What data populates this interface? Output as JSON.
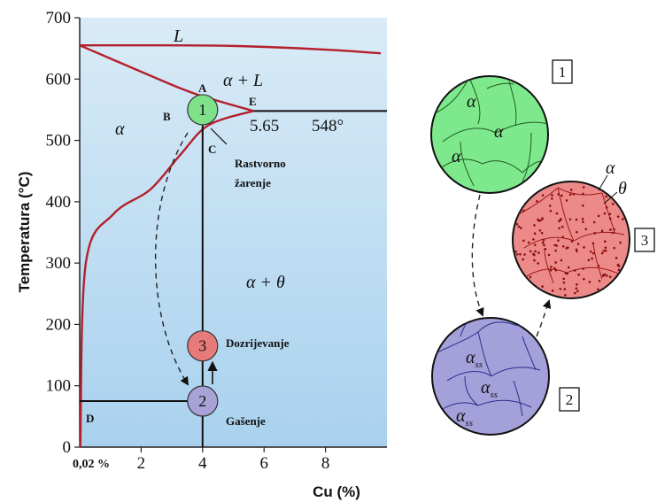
{
  "colors": {
    "plot_bg_top": "#d9ebf7",
    "plot_bg_bottom": "#a9d1ee",
    "curve": "#b3202b",
    "circle1": "#7fe28b",
    "circle2": "#a8a2d6",
    "circle3": "#e77b7b",
    "micro1": "#7ee88c",
    "micro2": "#a4a0da",
    "micro3": "#ec8a8a"
  },
  "axes": {
    "y_title": "Temperatura (°C)",
    "x_title": "Cu (%)",
    "y_ticks": [
      "0",
      "100",
      "200",
      "300",
      "400",
      "500",
      "600",
      "700"
    ],
    "x_ticks": [
      "2",
      "4",
      "6",
      "8"
    ],
    "x_origin_label": "0,02 %"
  },
  "phases": {
    "liquid": "L",
    "alpha_liquid": "α + L",
    "alpha": "α",
    "alpha_theta": "α + θ"
  },
  "eutectic": {
    "composition": "5.65",
    "temperature": "548°"
  },
  "points": {
    "A": "A",
    "B": "B",
    "C": "C",
    "D": "D",
    "E": "E"
  },
  "steps": {
    "one": "1",
    "two": "2",
    "three": "3",
    "solution_treatment_line1": "Rastvorno",
    "solution_treatment_line2": "žarenje",
    "aging": "Dozrijevanje",
    "quenching": "Gašenje"
  },
  "micro": {
    "m1_box": "1",
    "m1_labels": [
      "α",
      "α",
      "α"
    ],
    "m2_box": "2",
    "m2_label": "α",
    "m2_sub": "ss",
    "m3_box": "3",
    "m3_alpha": "α",
    "m3_theta": "θ"
  },
  "chart_data": {
    "type": "line",
    "title": "",
    "xlabel": "Cu (%)",
    "ylabel": "Temperatura (°C)",
    "xlim": [
      0,
      10
    ],
    "ylim": [
      0,
      700
    ],
    "x_ticks": [
      2,
      4,
      6,
      8
    ],
    "y_ticks": [
      0,
      100,
      200,
      300,
      400,
      500,
      600,
      700
    ],
    "grid": false,
    "series": [
      {
        "name": "",
        "points": [
          [
            0,
            655
          ],
          [
            2,
            655
          ],
          [
            5,
            654
          ],
          [
            8,
            648
          ],
          [
            9.8,
            642
          ]
        ]
      },
      {
        "name": "",
        "points": [
          [
            0,
            655
          ],
          [
            2,
            612
          ],
          [
            3.7,
            577
          ],
          [
            5.65,
            548
          ]
        ]
      },
      {
        "name": "",
        "points": [
          [
            0.02,
            0
          ],
          [
            0.2,
            300
          ],
          [
            1.1,
            380
          ],
          [
            2.3,
            420
          ],
          [
            3.3,
            478
          ],
          [
            4.2,
            525
          ],
          [
            5.65,
            548
          ]
        ]
      }
    ],
    "eutectic_line": {
      "from": 5.65,
      "to": 10,
      "temperature": 548
    },
    "vertical_line_x": 4,
    "quench_line_temperature": 75,
    "process_points": [
      {
        "label": "1",
        "x": 4,
        "y": 550
      },
      {
        "label": "2",
        "x": 4,
        "y": 75
      },
      {
        "label": "3",
        "x": 4,
        "y": 165
      }
    ]
  }
}
